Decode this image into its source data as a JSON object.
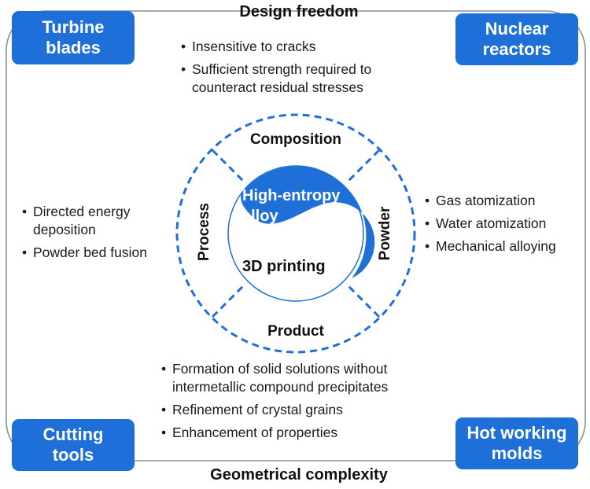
{
  "top_heading": "Design freedom",
  "bottom_heading": "Geometrical complexity",
  "corner_boxes": {
    "top_left": [
      "Turbine",
      "blades"
    ],
    "top_right": [
      "Nuclear",
      "reactors"
    ],
    "bottom_left": [
      "Cutting",
      "tools"
    ],
    "bottom_right": [
      "Hot working",
      "molds"
    ]
  },
  "center": {
    "upper_label": [
      "High-entropy",
      "alloy"
    ],
    "lower_label": "3D printing",
    "ring_labels": {
      "top": "Composition",
      "bottom": "Product",
      "left": "Process",
      "right": "Powder"
    }
  },
  "bullets": {
    "composition": [
      "Insensitive to cracks",
      "Sufficient strength required to counteract residual stresses"
    ],
    "process": [
      "Directed energy deposition",
      "Powder bed fusion"
    ],
    "powder": [
      "Gas atomization",
      "Water atomization",
      "Mechanical alloying"
    ],
    "product": [
      "Formation of solid solutions without intermetallic compound precipitates",
      "Refinement of crystal grains",
      "Enhancement of properties"
    ]
  },
  "colors": {
    "accent_blue": "#1f6fd8",
    "frame_gray": "#8a8f94",
    "text": "#111111"
  }
}
